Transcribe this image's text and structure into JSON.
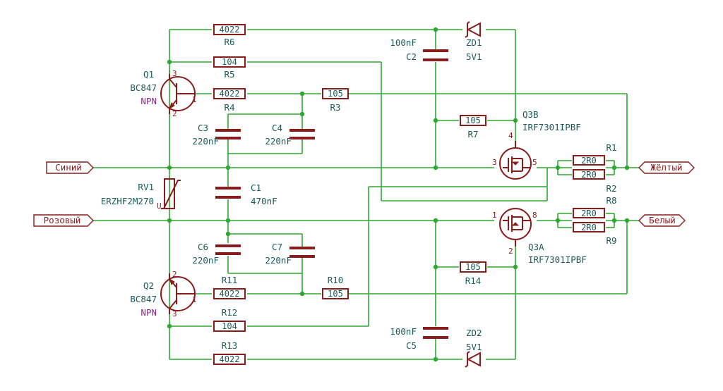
{
  "ports": {
    "siniy": "Синий",
    "rozovy": "Розовый",
    "zheltiy": "Жёлтый",
    "beliy": "Белый"
  },
  "transistors": {
    "q1": {
      "ref": "Q1",
      "value": "BC847",
      "type": "NPN",
      "pins": [
        "3",
        "1",
        "2"
      ]
    },
    "q2": {
      "ref": "Q2",
      "value": "BC847",
      "type": "NPN",
      "pins": [
        "2",
        "1",
        "3"
      ]
    },
    "q3b": {
      "ref": "Q3B",
      "value": "IRF7301IPBF",
      "pins": [
        "4",
        "3",
        "5"
      ]
    },
    "q3a": {
      "ref": "Q3A",
      "value": "IRF7301IPBF",
      "pins": [
        "1",
        "8",
        "2"
      ]
    }
  },
  "resistors": {
    "r6": {
      "ref": "R6",
      "value": "4022"
    },
    "r5": {
      "ref": "R5",
      "value": "104"
    },
    "r4": {
      "ref": "R4",
      "value": "4022"
    },
    "r3": {
      "ref": "R3",
      "value": "105"
    },
    "r7": {
      "ref": "R7",
      "value": "105"
    },
    "r1": {
      "ref": "R1",
      "value": "2R0"
    },
    "r2": {
      "ref": "R2",
      "value": "2R0"
    },
    "r8": {
      "ref": "R8",
      "value": "2R0"
    },
    "r9": {
      "ref": "R9",
      "value": "2R0"
    },
    "r14": {
      "ref": "R14",
      "value": "105"
    },
    "r11": {
      "ref": "R11",
      "value": "4022"
    },
    "r10": {
      "ref": "R10",
      "value": "105"
    },
    "r12": {
      "ref": "R12",
      "value": "104"
    },
    "r13": {
      "ref": "R13",
      "value": "4022"
    }
  },
  "capacitors": {
    "c1": {
      "ref": "C1",
      "value": "470nF"
    },
    "c2": {
      "ref": "C2",
      "value": "100nF"
    },
    "c3": {
      "ref": "C3",
      "value": "220nF"
    },
    "c4": {
      "ref": "C4",
      "value": "220nF"
    },
    "c5": {
      "ref": "C5",
      "value": "100nF"
    },
    "c6": {
      "ref": "C6",
      "value": "220nF"
    },
    "c7": {
      "ref": "C7",
      "value": "220nF"
    }
  },
  "diodes": {
    "zd1": {
      "ref": "ZD1",
      "value": "5V1"
    },
    "zd2": {
      "ref": "ZD2",
      "value": "5V1"
    }
  },
  "varistor": {
    "ref": "RV1",
    "value": "ERZHF2M270",
    "pin": "U"
  },
  "colors": {
    "wire": "#2fa82f",
    "component": "#8a1c1c",
    "text": "#1a5a5a",
    "npn": "#8a2b8a"
  }
}
